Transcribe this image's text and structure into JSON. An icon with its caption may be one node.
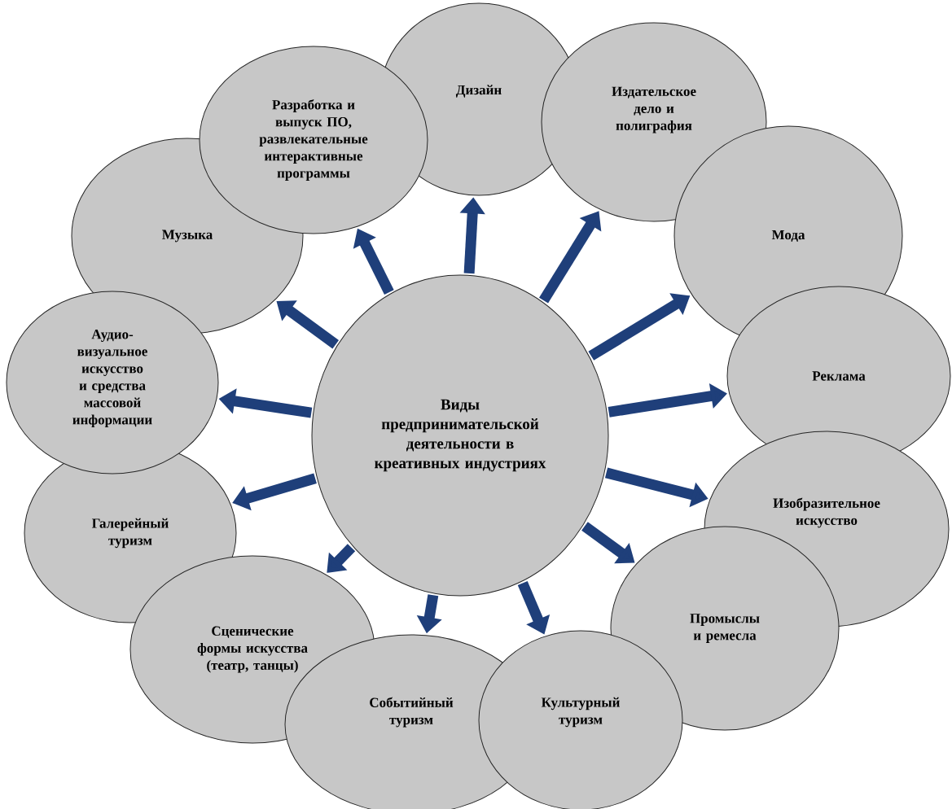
{
  "diagram": {
    "nodes": [
      {
        "text": [
          "Виды предпринимательской деятельности в креативных индустриях"
        ]
      },
      {
        "text": [
          "Дизайн"
        ]
      },
      {
        "text": [
          "Издательское дело и полиграфия"
        ]
      },
      {
        "text": [
          "Мода"
        ]
      },
      {
        "text": [
          "Реклама"
        ]
      },
      {
        "text": [
          "Изобразительное искусство"
        ]
      },
      {
        "text": [
          "Промыслы и ремесла"
        ]
      },
      {
        "text": [
          "Культурный туризм"
        ]
      },
      {
        "text": [
          "Событийный туризм"
        ]
      },
      {
        "text": [
          "Сценические формы искусства (театр, танцы)"
        ]
      },
      {
        "text": [
          "Галерейный туризм"
        ]
      },
      {
        "text": [
          "Аудио- визуальное искусство и средства массовой информации"
        ]
      },
      {
        "text": [
          "Музыка"
        ]
      },
      {
        "text": [
          "Разработка и выпуск ПО, развлекательные интерактивные программы"
        ]
      }
    ],
    "edges": [
      {
        "from": 0,
        "to": 1,
        "arrow": "to"
      },
      {
        "from": 0,
        "to": 2,
        "arrow": "to"
      },
      {
        "from": 0,
        "to": 3,
        "arrow": "to"
      },
      {
        "from": 0,
        "to": 4,
        "arrow": "to"
      },
      {
        "from": 0,
        "to": 5,
        "arrow": "to"
      },
      {
        "from": 0,
        "to": 6,
        "arrow": "to"
      },
      {
        "from": 0,
        "to": 7,
        "arrow": "to"
      },
      {
        "from": 0,
        "to": 8,
        "arrow": "to"
      },
      {
        "from": 0,
        "to": 9,
        "arrow": "to"
      },
      {
        "from": 0,
        "to": 10,
        "arrow": "to"
      },
      {
        "from": 0,
        "to": 11,
        "arrow": "to"
      },
      {
        "from": 0,
        "to": 12,
        "arrow": "to"
      },
      {
        "from": 0,
        "to": 13,
        "arrow": "to"
      }
    ]
  }
}
